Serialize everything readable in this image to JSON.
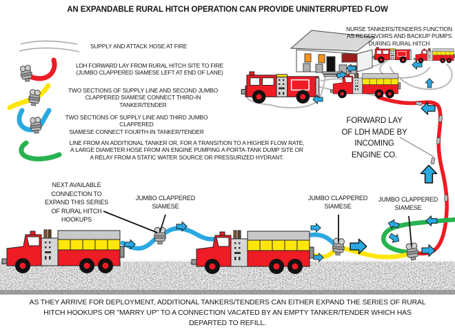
{
  "title": "AN EXPANDABLE RURAL HITCH OPERATION CAN PROVIDE UNINTERRUPTED FLOW",
  "legend": {
    "items": [
      {
        "id": "supply-attack-hose",
        "swatch": "gray-hose-lines",
        "label": "SUPPLY AND ATTACK HOSE AT FIRE"
      },
      {
        "id": "ldh-forward-lay",
        "swatch": "red-hose-with-siamese",
        "label": "LDH FORWARD LAY FROM RURAL HITCH SITE TO FIRE\n(JUMBO CLAPPERED SIAMESE LEFT AT END OF LANE)"
      },
      {
        "id": "second-jumbo-siamese",
        "swatch": "yellow-hose-with-siamese",
        "label": "TWO SECTIONS OF SUPPLY LINE AND SECOND JUMBO\nCLAPPERED SIAMESE CONNECT THIRD-IN TANKER/TENDER"
      },
      {
        "id": "third-jumbo-siamese",
        "swatch": "blue-hose-with-siamese",
        "label": "TWO SECTIONS OF SUPPLY LINE AND THIRD JUMBO CLAPPERED\nSIAMESE CONNECT FOURTH-IN TANKER/TENDER"
      },
      {
        "id": "additional-tanker-line",
        "swatch": "green-hose",
        "label": "LINE FROM AN ADDITIONAL TANKER OR, FOR A TRANSITION TO A HIGHER FLOW RATE,\nA LARGE DIAMETER HOSE FROM AN ENGINE PUMPING A PORTA-TANK DUMP SITE OR\nA RELAY FROM A STATIC WATER SOURCE OR PRESSURIZED HYDRANT."
      }
    ]
  },
  "annotations": {
    "nurse_note": "NURSE TANKERS/TENDERS FUNCTION\nAS RESERVOIRS AND BACKUP PUMPS\nDURING RURAL HITCH",
    "forward_lay_note": "FORWARD LAY\nOF LDH MADE BY\nINCOMING\nENGINE CO.",
    "next_connection_note": "NEXT AVAILABLE\nCONNECTION TO\nEXPAND THIS SERIES\nOF RURAL HITCH\nHOOKUPS",
    "jumbo_siamese": "JUMBO CLAPPERED\nSIAMESE"
  },
  "caption": "AS THEY ARRIVE FOR DEPLOYMENT, ADDITIONAL TANKERS/TENDERS CAN EITHER EXPAND THE SERIES OF RURAL\nHITCH HOOKUPS OR \"MARRY UP\" TO A CONNECTION VACATED BY AN EMPTY TANKER/TENDER WHICH HAS\nDEPARTED TO REFILL.",
  "colors": {
    "truck_red": "#ee1c25",
    "hose_red": "#ed1c24",
    "hose_yellow": "#ffe60a",
    "hose_blue": "#2aa9e1",
    "hose_green": "#27b34f",
    "hose_gray": "#bdbdbd",
    "arrow_blue": "#2aa9e1",
    "tank_gray": "#c9c9c9"
  }
}
